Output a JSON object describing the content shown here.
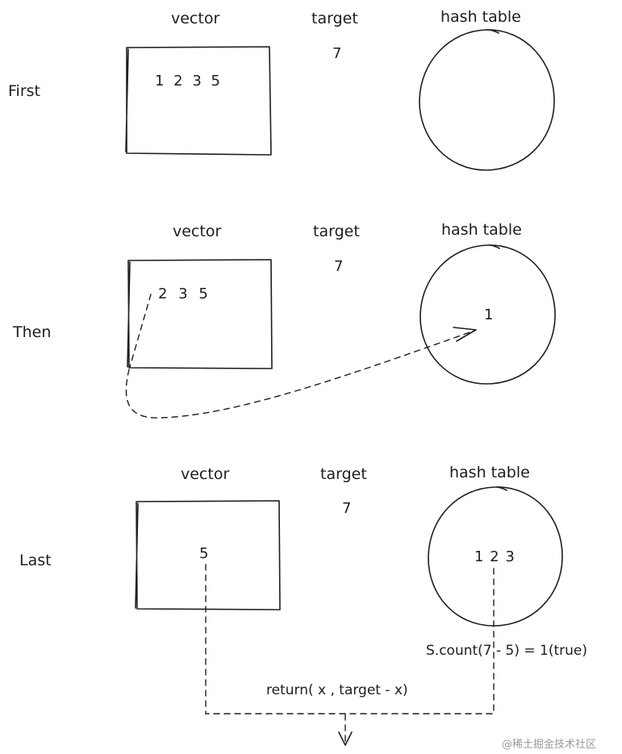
{
  "headers": {
    "vector": "vector",
    "target": "target",
    "hash_table": "hash table"
  },
  "stages": [
    {
      "label": "First",
      "vector_values": "1 2 3 5",
      "target_value": "7",
      "hash_values": ""
    },
    {
      "label": "Then",
      "vector_values": "2 3 5",
      "target_value": "7",
      "hash_values": "1"
    },
    {
      "label": "Last",
      "vector_values": "5",
      "target_value": "7",
      "hash_values": "1 2 3"
    }
  ],
  "annotations": {
    "count_check": "S.count(7 - 5) = 1(true)",
    "return_expr": "return( x , target - x)"
  },
  "watermark": "@稀土掘金技术社区"
}
